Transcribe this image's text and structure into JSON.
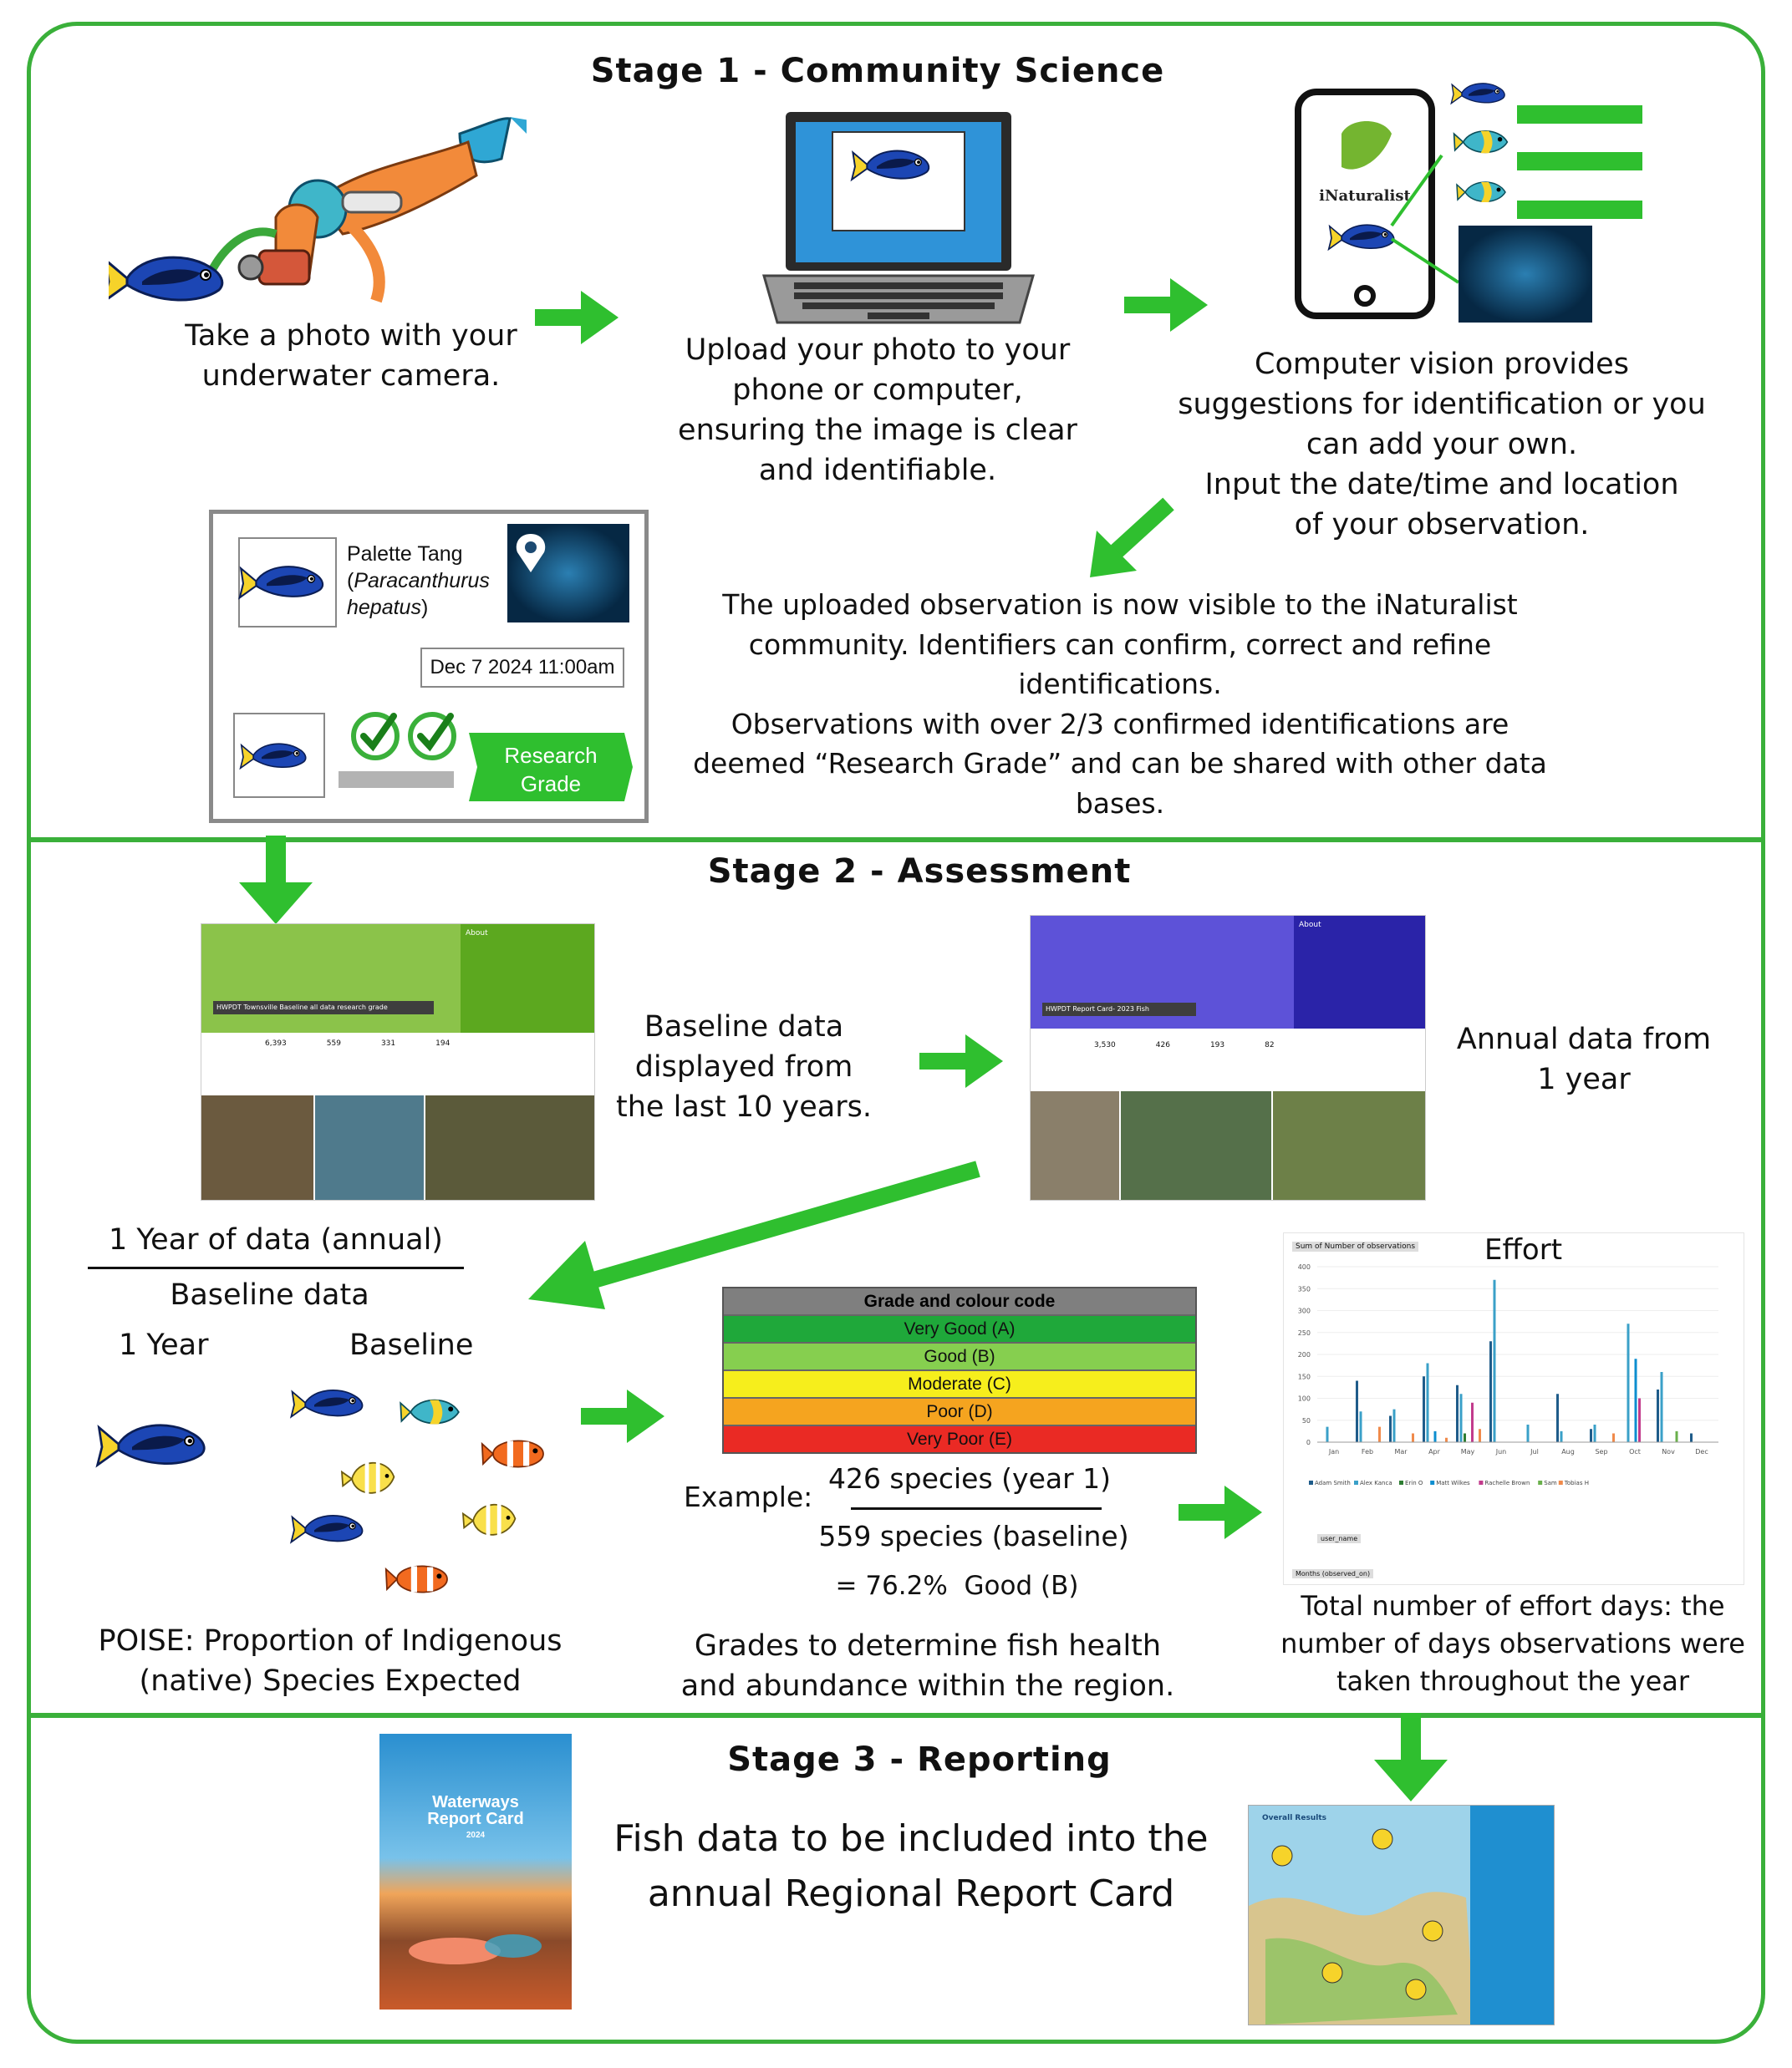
{
  "stage1": {
    "title": "Stage 1 - Community Science",
    "step1": "Take a photo with your underwater camera.",
    "step2": "Upload your photo to your phone or computer, ensuring the image is clear and identifiable.",
    "step3a": "Computer vision provides suggestions for identification or you can add your own.",
    "step3b": "Input the date/time and location of your observation.",
    "inaturalist_logo": "iNaturalist",
    "card": {
      "species_common": "Palette Tang",
      "species_sci_1": "Paracanthurus",
      "species_sci_2": "hepatus",
      "date": "Dec 7 2024 11:00am",
      "badge_line1": "Research",
      "badge_line2": "Grade"
    },
    "obs_text": [
      "The uploaded observation is now visible to the iNaturalist",
      "community. Identifiers can confirm, correct and refine",
      "identifications.",
      "Observations with over 2/3 confirmed identifications are",
      "deemed “Research Grade” and can be shared with other data",
      "bases."
    ]
  },
  "stage2": {
    "title": "Stage 2 - Assessment",
    "baseline_text": "Baseline data displayed from the last 10 years.",
    "annual_text": "Annual data from 1 year",
    "project1_title": "HWPDT Townsville Baseline all data research grade",
    "project1_stats": [
      "6,393",
      "559",
      "331",
      "194"
    ],
    "project2_title": "HWPDT Report Card- 2023 Fish",
    "project2_stats": [
      "3,530",
      "426",
      "193",
      "82"
    ],
    "about_label": "About",
    "fraction_top": "1 Year of data (annual)",
    "fraction_bottom": "Baseline data",
    "label_year": "1 Year",
    "label_baseline": "Baseline",
    "poise_text": "POISE: Proportion of Indigenous (native) Species Expected",
    "grade_table": {
      "header": "Grade and colour code",
      "rows": [
        {
          "label": "Very Good (A)",
          "color": "#1fa83a"
        },
        {
          "label": "Good (B)",
          "color": "#86cf4f"
        },
        {
          "label": "Moderate (C)",
          "color": "#f6ee1c"
        },
        {
          "label": "Poor (D)",
          "color": "#f5a41f"
        },
        {
          "label": "Very Poor (E)",
          "color": "#ea2a24"
        }
      ]
    },
    "example_label": "Example:",
    "example_num": "426 species (year 1)",
    "example_den": "559 species (baseline)",
    "example_result": "= 76.2%  Good (B)",
    "grades_text": "Grades to determine fish health and abundance within the region.",
    "effort_title": "Effort",
    "effort_text": "Total number of effort days: the number of days observations were taken throughout the year"
  },
  "chart_data": {
    "type": "bar",
    "title": "Effort",
    "ylabel": "Sum of Number of observations",
    "ylim": [
      0,
      400
    ],
    "yticks": [
      0,
      50,
      100,
      150,
      200,
      250,
      300,
      350,
      400
    ],
    "categories": [
      "Jan",
      "Feb",
      "Mar",
      "Apr",
      "May",
      "Jun",
      "Jul",
      "Aug",
      "Sep",
      "Oct",
      "Nov",
      "Dec"
    ],
    "filter_label": "user_name",
    "month_filter": "Months (observed_on)",
    "series": [
      {
        "name": "Adam Smith",
        "color": "#1f5c8a",
        "values": [
          0,
          140,
          60,
          150,
          130,
          230,
          0,
          110,
          30,
          0,
          120,
          20
        ]
      },
      {
        "name": "Alex Kanca",
        "color": "#3aa0c8",
        "values": [
          35,
          70,
          75,
          180,
          110,
          370,
          40,
          25,
          40,
          270,
          160,
          0
        ]
      },
      {
        "name": "Erin O",
        "color": "#2e7d32",
        "values": [
          0,
          0,
          0,
          0,
          20,
          0,
          0,
          0,
          0,
          0,
          0,
          0
        ]
      },
      {
        "name": "Matt Wilkes",
        "color": "#0d8ecf",
        "values": [
          0,
          0,
          0,
          25,
          0,
          0,
          0,
          0,
          0,
          190,
          0,
          0
        ]
      },
      {
        "name": "Rachelle Brown",
        "color": "#c23b8c",
        "values": [
          0,
          0,
          0,
          0,
          90,
          0,
          0,
          0,
          0,
          100,
          0,
          0
        ]
      },
      {
        "name": "Sam",
        "color": "#6ab04c",
        "values": [
          0,
          0,
          0,
          0,
          0,
          0,
          0,
          0,
          0,
          0,
          25,
          0
        ]
      },
      {
        "name": "Tobias H",
        "color": "#f08a4b",
        "values": [
          0,
          35,
          20,
          10,
          30,
          0,
          0,
          0,
          20,
          0,
          0,
          0
        ]
      }
    ]
  },
  "stage3": {
    "title": "Stage 3 - Reporting",
    "line1": "Fish data to be included into the",
    "line2": "annual Regional Report Card",
    "cover_title_1": "Waterways",
    "cover_title_2": "Report Card",
    "cover_year": "2024",
    "map_title": "Overall Results"
  },
  "colors": {
    "frame_green": "#3ab03a",
    "arrow_green": "#2fbf2f",
    "fish_blue": "#1e4fb8",
    "fish_yellow": "#f6d32a"
  }
}
